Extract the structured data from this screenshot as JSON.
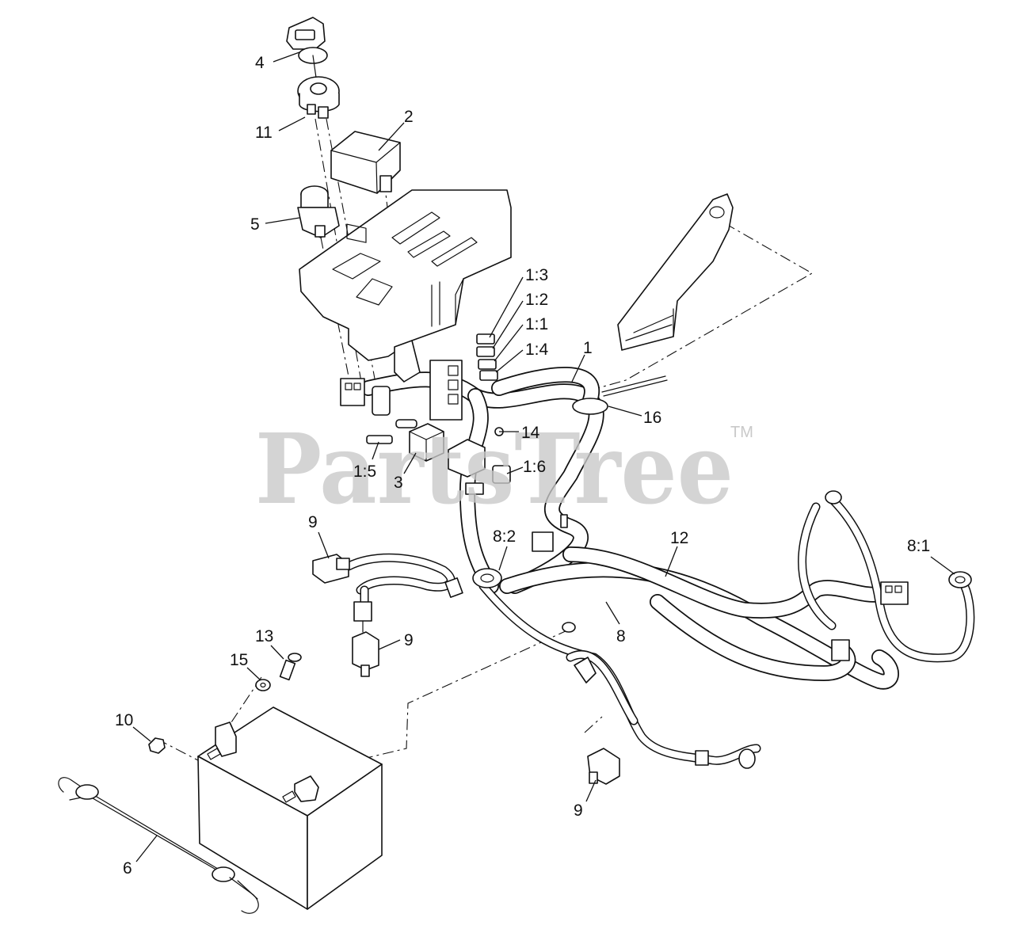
{
  "watermark": {
    "text": "PartsTree",
    "trademark": "TM"
  },
  "callouts": [
    {
      "id": "c-4",
      "label": "4"
    },
    {
      "id": "c-11",
      "label": "11"
    },
    {
      "id": "c-2",
      "label": "2"
    },
    {
      "id": "c-5",
      "label": "5"
    },
    {
      "id": "c-1-3",
      "label": "1:3"
    },
    {
      "id": "c-1-2",
      "label": "1:2"
    },
    {
      "id": "c-1-1",
      "label": "1:1"
    },
    {
      "id": "c-1-4",
      "label": "1:4"
    },
    {
      "id": "c-1",
      "label": "1"
    },
    {
      "id": "c-16",
      "label": "16"
    },
    {
      "id": "c-14",
      "label": "14"
    },
    {
      "id": "c-1-6",
      "label": "1:6"
    },
    {
      "id": "c-1-5",
      "label": "1:5"
    },
    {
      "id": "c-3",
      "label": "3"
    },
    {
      "id": "c-9a",
      "label": "9"
    },
    {
      "id": "c-8-2",
      "label": "8:2"
    },
    {
      "id": "c-12",
      "label": "12"
    },
    {
      "id": "c-8-1",
      "label": "8:1"
    },
    {
      "id": "c-9b",
      "label": "9"
    },
    {
      "id": "c-8",
      "label": "8"
    },
    {
      "id": "c-13",
      "label": "13"
    },
    {
      "id": "c-15",
      "label": "15"
    },
    {
      "id": "c-10",
      "label": "10"
    },
    {
      "id": "c-9c",
      "label": "9"
    },
    {
      "id": "c-6",
      "label": "6"
    }
  ]
}
